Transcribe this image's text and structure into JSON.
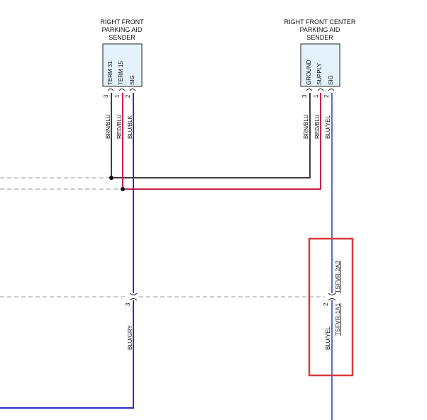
{
  "colors": {
    "brown_blue": "#4a3a3a",
    "red_blue": "#c8204a",
    "blue": "#2a2ad0",
    "blue_yellow": "#5a6ee0",
    "dash": "#9a9a9a",
    "highlight": "#d83a3a",
    "sender_fill": "#e3f1fa"
  },
  "senders": {
    "right_front": {
      "title": [
        "RIGHT FRONT",
        "PARKING AID",
        "SENDER"
      ],
      "pins": [
        "TERM 31",
        "TERM 15",
        "SIG"
      ],
      "pin_numbers": [
        "3",
        "1",
        "2"
      ],
      "wires": [
        "BRN/BLU",
        "RED/BLU",
        "BLU/BLK"
      ]
    },
    "right_front_center": {
      "title": [
        "RIGHT FRONT CENTER",
        "PARKING AID",
        "SENDER"
      ],
      "pins": [
        "GROUND",
        "SUPPLY",
        "SIG"
      ],
      "pin_numbers": [
        "3",
        "1",
        "2"
      ],
      "wires": [
        "BRN/BLU",
        "RED/BLU",
        "BLU/YEL"
      ]
    }
  },
  "connectors": {
    "left": {
      "pin": "3",
      "wire": "BLU/GRY"
    },
    "right": {
      "pin": "2",
      "wire": "BLU/YEL",
      "upper": "TSFVR-2A2",
      "lower": "TSFVR-1A1"
    }
  }
}
